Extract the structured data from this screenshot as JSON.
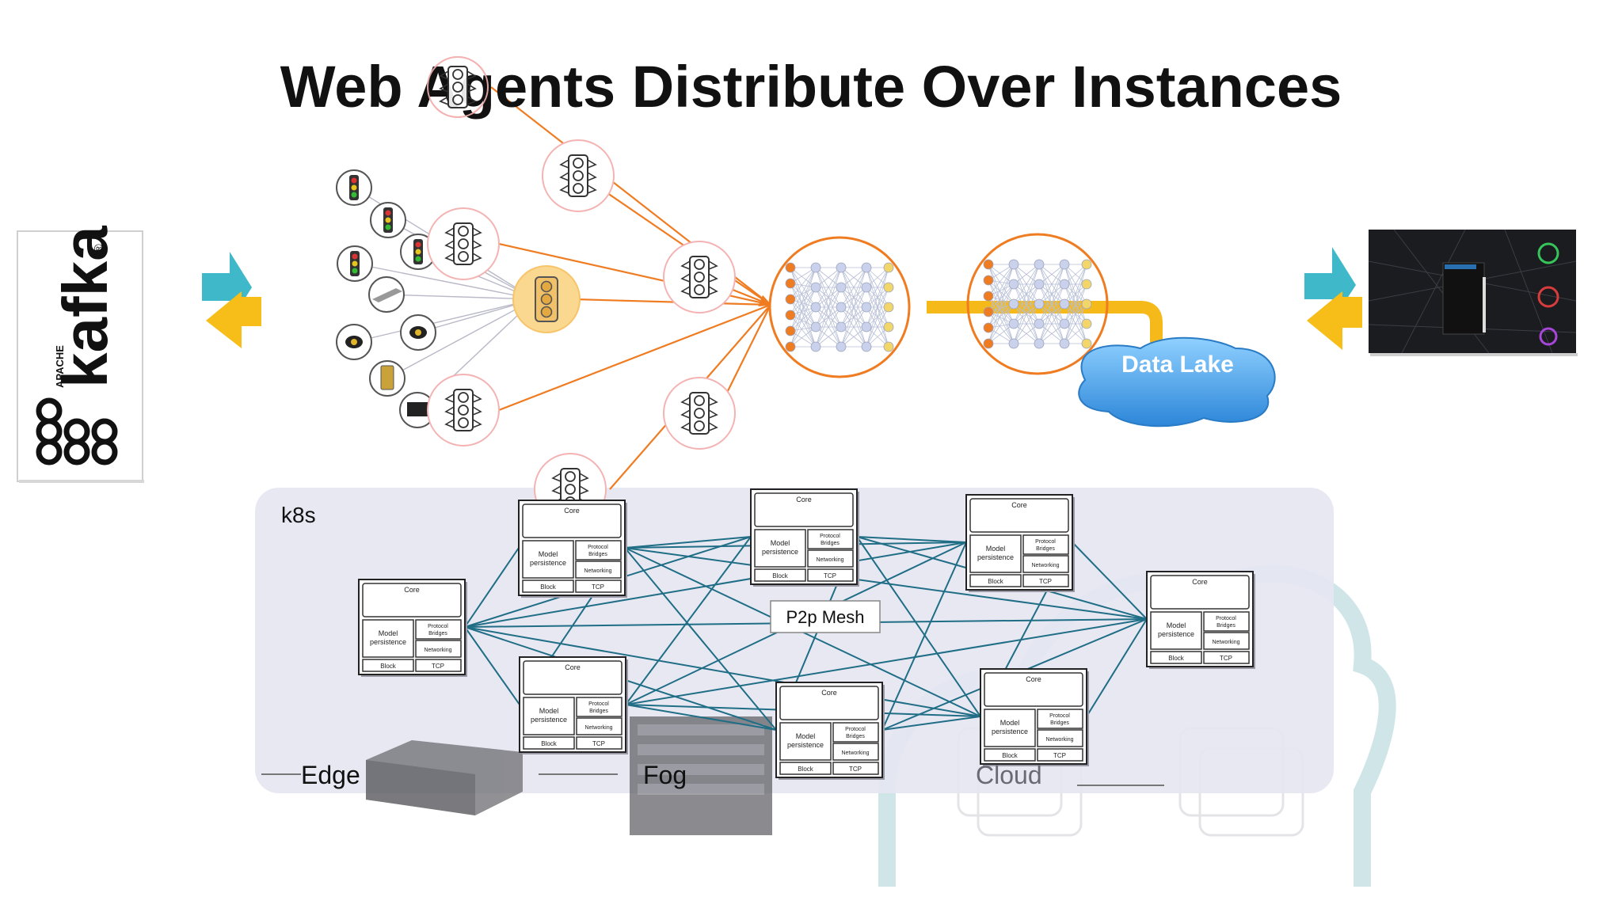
{
  "slide": {
    "title": "Web Agents Distribute Over Instances"
  },
  "kafka": {
    "brand": "kafka",
    "prefix": "APACHE",
    "mark": "®"
  },
  "data_lake": {
    "label": "Data Lake"
  },
  "cluster": {
    "label": "k8s",
    "mesh_label": "P2p Mesh",
    "tiers": [
      "Edge",
      "Fog",
      "Cloud"
    ]
  },
  "instance_node": {
    "core": "Core",
    "persistence_line1": "Model",
    "persistence_line2": "persistence",
    "bridges_line1": "Protocol",
    "bridges_line2": "Bridges",
    "networking": "Networking",
    "block": "Block",
    "tcp": "TCP"
  },
  "colors": {
    "orange": "#f07c22",
    "mesh_teal": "#1f6e86",
    "data_pipe": "#f6b91a",
    "lake_blue": "#48a4e4",
    "k8s_panel": "#e6e6f2",
    "arrow_teal": "#3fb8c9",
    "arrow_yellow": "#f7bd18"
  }
}
